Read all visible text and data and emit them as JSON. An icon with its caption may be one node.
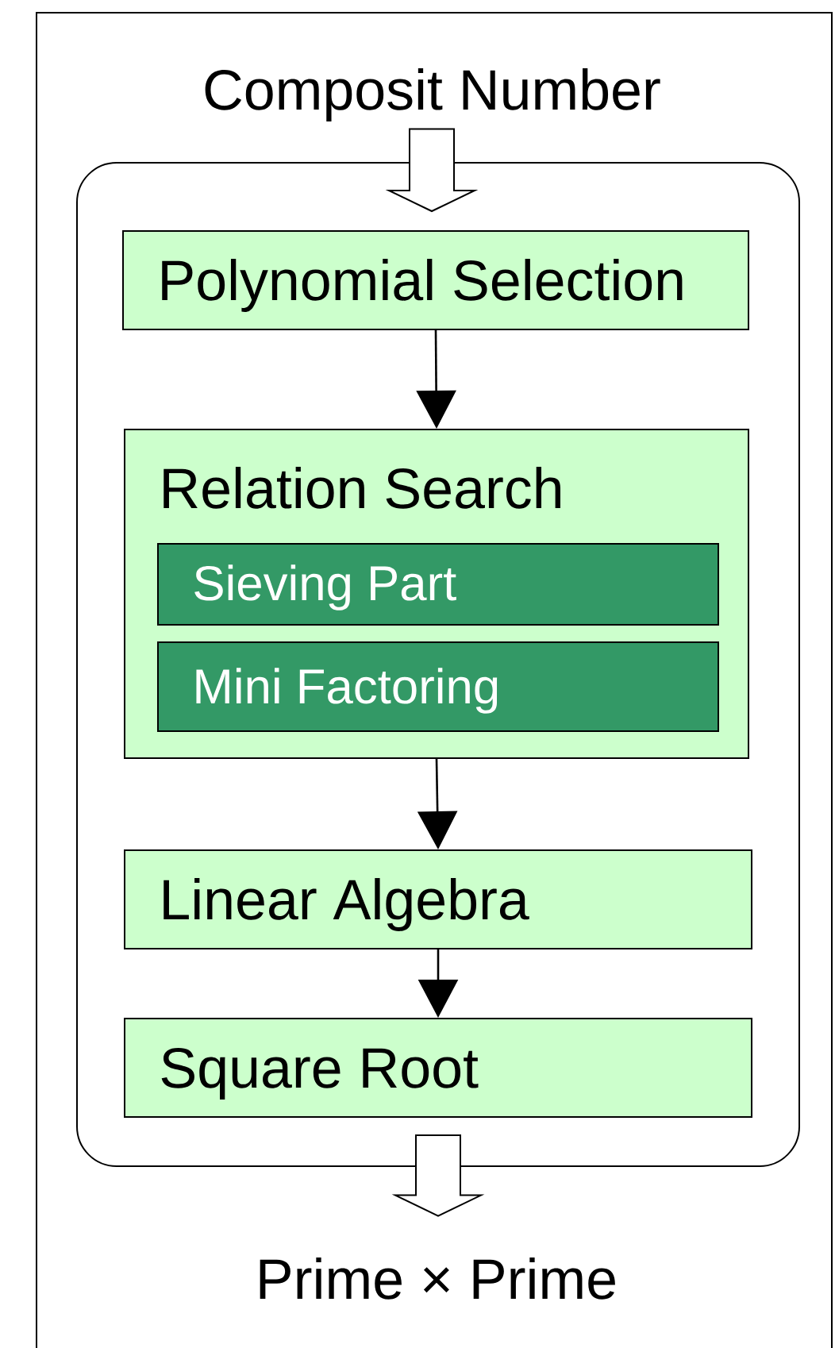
{
  "diagram": {
    "nodes": [
      {
        "text": [
          "Composit Number"
        ]
      },
      {
        "text": [],
        "shape": "box"
      },
      {
        "text": [
          "Polynomial Selection"
        ],
        "in": 1
      },
      {
        "text": [
          "Relation Search"
        ],
        "in": 1
      },
      {
        "text": [
          "Sieving Part"
        ],
        "in": 3
      },
      {
        "text": [
          "Mini Factoring"
        ],
        "in": 3
      },
      {
        "text": [
          "Linear Algebra"
        ],
        "in": 1
      },
      {
        "text": [
          "Square Root"
        ],
        "in": 1
      },
      {
        "text": [
          "Prime × Prime"
        ]
      }
    ],
    "edges": [
      {
        "from": 0,
        "to": 1,
        "arrow": "to",
        "style": "thick"
      },
      {
        "from": 2,
        "to": 3,
        "arrow": "to"
      },
      {
        "from": 3,
        "to": 6,
        "arrow": "to"
      },
      {
        "from": 6,
        "to": 7,
        "arrow": "to"
      },
      {
        "from": 1,
        "to": 8,
        "arrow": "to",
        "style": "thick"
      }
    ]
  }
}
